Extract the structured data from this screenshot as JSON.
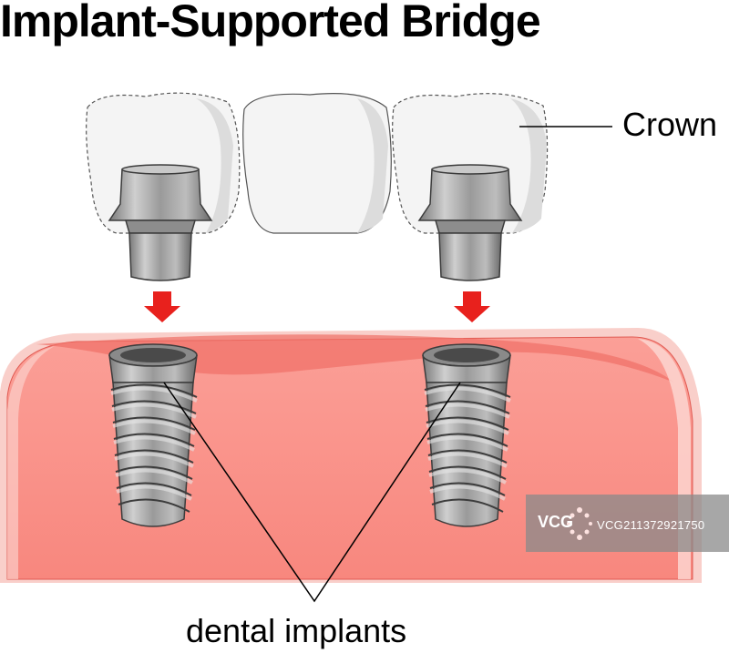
{
  "title": "Implant-Supported Bridge",
  "labels": {
    "crown": "Crown",
    "implants": "dental implants"
  },
  "watermark": {
    "logo_text": "VCG",
    "id_text": "VCG211372921750"
  },
  "colors": {
    "gum": "#f9948b",
    "gum_dark": "#f2736b",
    "gum_highlight": "#fbc4be",
    "crown_fill": "#f4f4f4",
    "metal_light": "#d6d6d6",
    "metal_mid": "#a8a8a8",
    "metal_dark": "#6e6e6e",
    "arrow": "#e8211d"
  }
}
